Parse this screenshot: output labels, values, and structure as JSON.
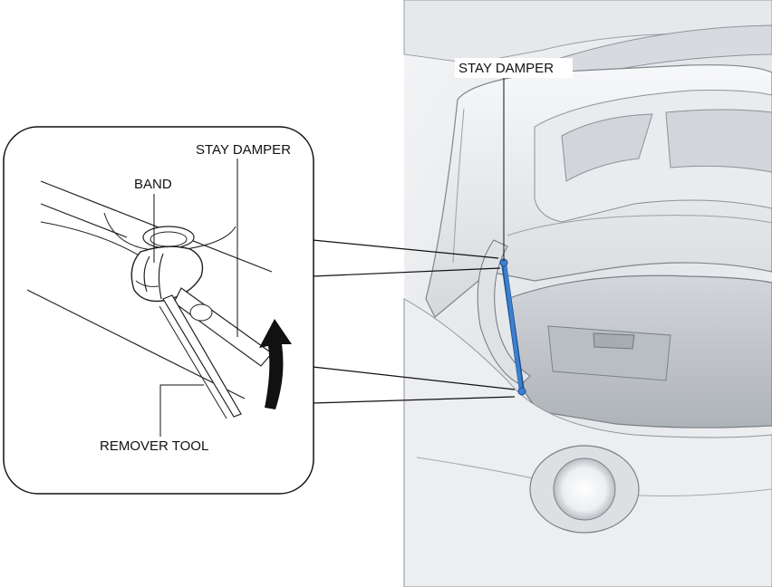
{
  "labels": {
    "car_stay_damper": "STAY DAMPER",
    "inset_stay_damper": "STAY DAMPER",
    "band": "BAND",
    "remover_tool": "REMOVER TOOL"
  },
  "colors": {
    "stay_damper_highlight": "#3d7fcf",
    "arrow": "#111111",
    "line_art": "#222222",
    "body_panel_light": "#eef0f2",
    "body_panel_shade": "#c7cbd0"
  },
  "icons": {
    "rotation_arrow": "curved-arrow-icon"
  }
}
